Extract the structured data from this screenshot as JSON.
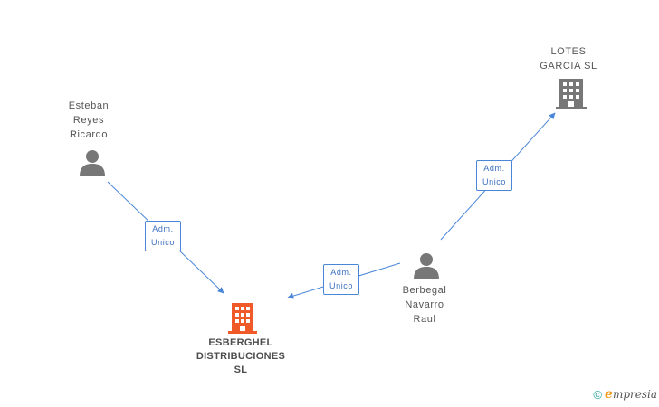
{
  "nodes": {
    "lotes": {
      "name": "LOTES\nGARCIA SL",
      "type": "company"
    },
    "esteban": {
      "name": "Esteban\nReyes\nRicardo",
      "type": "person"
    },
    "berbegal": {
      "name": "Berbegal\nNavarro\nRaul",
      "type": "person"
    },
    "esberghel": {
      "name": "ESBERGHEL\nDISTRIBUCIONES\nSL",
      "type": "company-main"
    }
  },
  "edges": [
    {
      "from": "esteban",
      "to": "esberghel",
      "label": "Adm.\nUnico"
    },
    {
      "from": "berbegal",
      "to": "esberghel",
      "label": "Adm.\nUnico"
    },
    {
      "from": "berbegal",
      "to": "lotes",
      "label": "Adm.\nUnico"
    }
  ],
  "colors": {
    "edge": "#4a86d8",
    "person_icon": "#777777",
    "company_icon": "#777777",
    "main_company_icon": "#f05a28"
  },
  "footer": {
    "copyright": "©",
    "brand_initial": "e",
    "brand_rest": "mpresia"
  }
}
